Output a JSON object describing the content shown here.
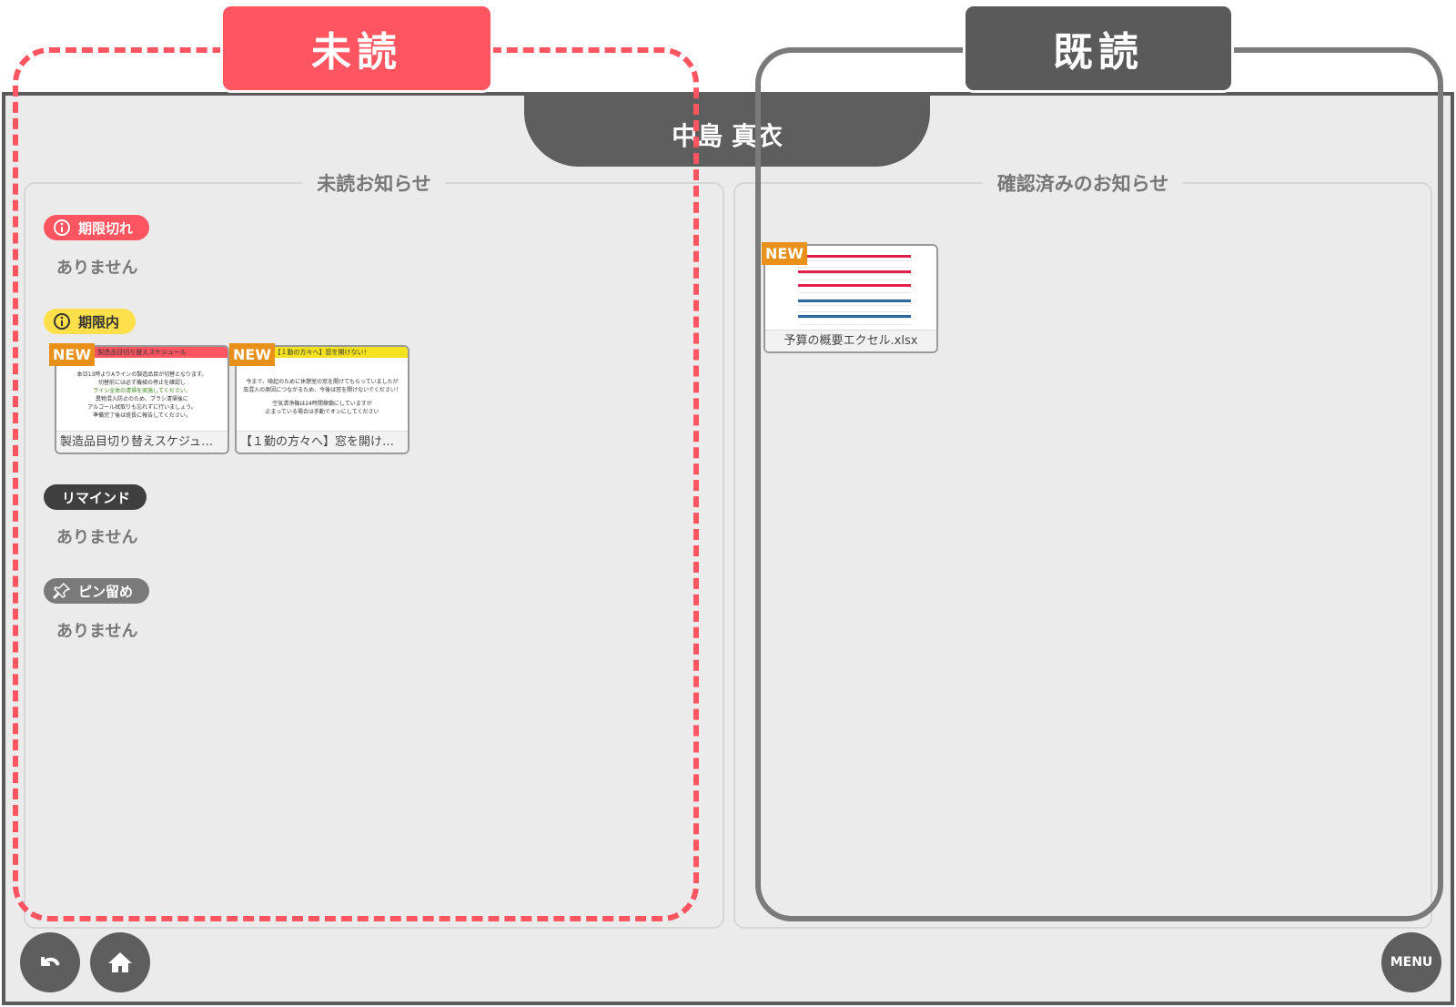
{
  "labels": {
    "unread": "未読",
    "read": "既読"
  },
  "user_name": "中島 真衣",
  "unread_panel": {
    "title": "未読お知らせ",
    "sections": [
      {
        "label": "期限切れ",
        "empty": "ありません",
        "color": "#ff5561"
      },
      {
        "label": "期限内",
        "color": "#ffe04a"
      },
      {
        "label": "リマインド",
        "empty": "ありません",
        "color": "#3f3f3f"
      },
      {
        "label": "ピン留め",
        "empty": "ありません",
        "color": "#7a7a7a"
      }
    ],
    "cards": [
      {
        "badge": "NEW",
        "header": "製造品目切り替えスケジュール",
        "lines": [
          "本日13時よりAラインの製造品目が切替となります。",
          "切替前には必ず機械の停止を確認し",
          "ライン全体の清掃を実施してください。",
          "異物混入防止のため、ブラシ清掃後に",
          "アルコール拭取りも忘れずに行いましょう。",
          "準備完了後は班長に報告してください。"
        ],
        "caption": "製造品目切り替えスケジュール"
      },
      {
        "badge": "NEW",
        "header": "【１勤の方々へ】窓を開けない！",
        "lines": [
          "今まで、喚起のために休憩室の窓を開けてもらっていましたが",
          "虫混入の原因につながるため、今後は窓を開けないでください！",
          "空気清浄機は24時間稼働にしていますが",
          "止まっている場合は手動でオンにしてください"
        ],
        "caption": "【１勤の方々へ】窓を開けない！"
      }
    ]
  },
  "read_panel": {
    "title": "確認済みのお知らせ",
    "cards": [
      {
        "badge": "NEW",
        "caption": "予算の概要エクセル.xlsx"
      }
    ]
  },
  "footer": {
    "menu": "MENU"
  }
}
